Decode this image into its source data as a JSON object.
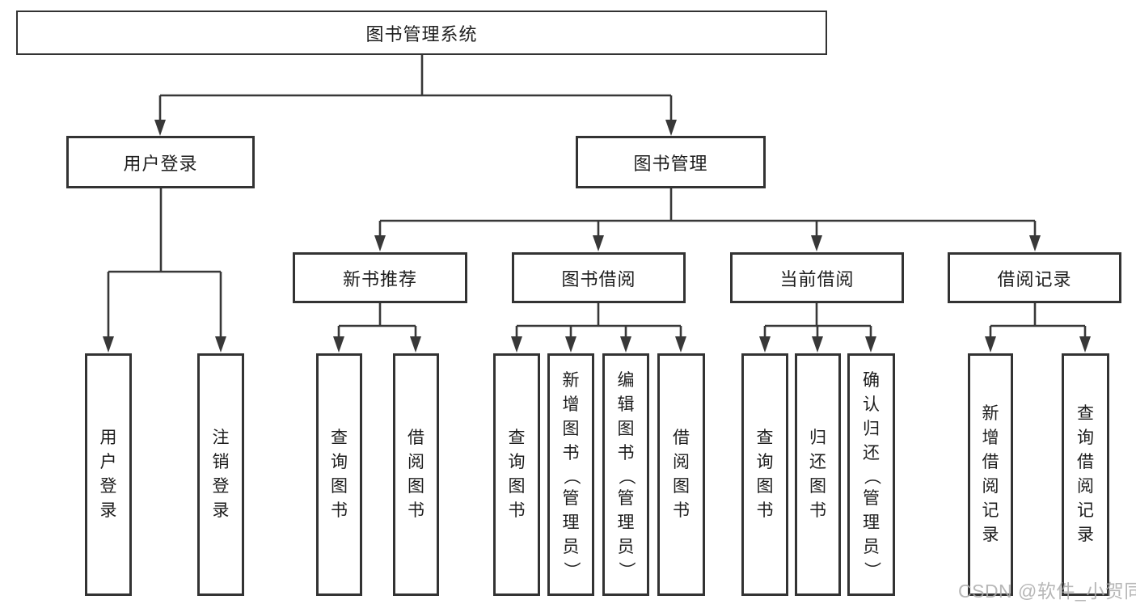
{
  "tree": {
    "label": "图书管理系统",
    "children": [
      {
        "label": "用户登录",
        "children": [
          {
            "label": "用户登录"
          },
          {
            "label": "注销登录"
          }
        ]
      },
      {
        "label": "图书管理",
        "children": [
          {
            "label": "新书推荐",
            "children": [
              {
                "label": "查询图书"
              },
              {
                "label": "借阅图书"
              }
            ]
          },
          {
            "label": "图书借阅",
            "children": [
              {
                "label": "查询图书"
              },
              {
                "label": "新增图书（管理员）"
              },
              {
                "label": "编辑图书（管理员）"
              },
              {
                "label": "借阅图书"
              }
            ]
          },
          {
            "label": "当前借阅",
            "children": [
              {
                "label": "查询图书"
              },
              {
                "label": "归还图书"
              },
              {
                "label": "确认归还（管理员）"
              }
            ]
          },
          {
            "label": "借阅记录",
            "children": [
              {
                "label": "新增借阅记录"
              },
              {
                "label": "查询借阅记录"
              }
            ]
          }
        ]
      }
    ]
  },
  "watermark": {
    "text": "CSDN @软件_小贺同学"
  },
  "colors": {
    "line": "#383838",
    "box_border": "#333333",
    "text": "#1d1d1d",
    "background": "#ffffff",
    "watermark": "#ababab"
  }
}
